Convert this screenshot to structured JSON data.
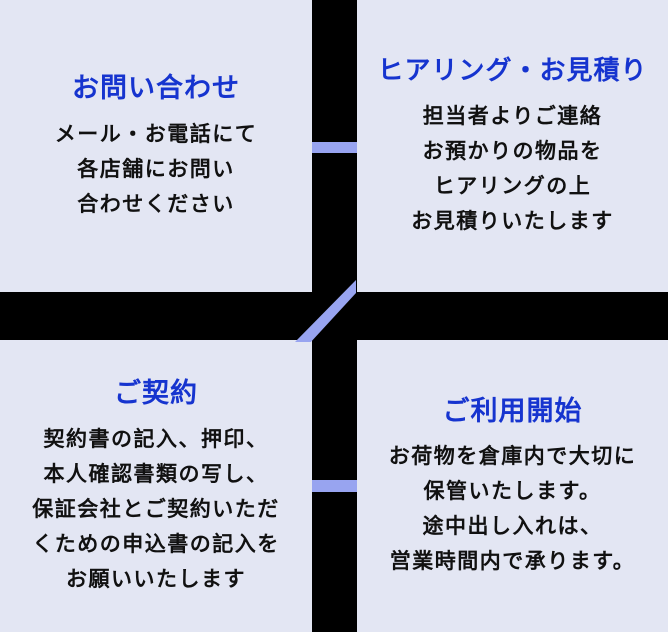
{
  "diagram": {
    "type": "process-flow",
    "background_color": "#000000",
    "card_color": "#e3e6f3",
    "connector_color": "#98a4f0",
    "title_color": "#1634cf",
    "body_text_color": "#111111"
  },
  "steps": [
    {
      "id": "inquiry",
      "title": "お問い合わせ",
      "lines": [
        "メール・お電話にて",
        "各店舗にお問い",
        "合わせください"
      ]
    },
    {
      "id": "hearing-estimate",
      "title": "ヒアリング・お見積り",
      "lines": [
        "担当者よりご連絡",
        "お預かりの物品を",
        "ヒアリングの上",
        "お見積りいたします"
      ]
    },
    {
      "id": "contract",
      "title": "ご契約",
      "lines": [
        "契約書の記入、押印、",
        "本人確認書類の写し、",
        "保証会社とご契約いただ",
        "くための申込書の記入を",
        "お願いいたします"
      ]
    },
    {
      "id": "start-of-use",
      "title": "ご利用開始",
      "lines": [
        "お荷物を倉庫内で大切に",
        "保管いたします。",
        "途中出し入れは、",
        "営業時間内で承ります。"
      ]
    }
  ]
}
